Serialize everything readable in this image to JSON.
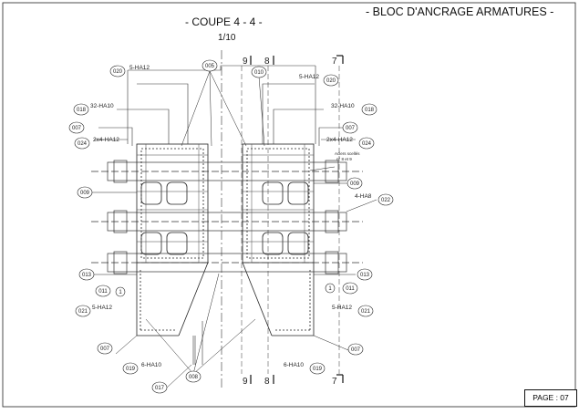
{
  "header": {
    "title": "- BLOC D'ANCRAGE ARMATURES -",
    "section": "- COUPE 4 - 4 -",
    "scale": "1/10"
  },
  "footer": {
    "page_label": "PAGE : 07"
  },
  "section_markers": {
    "nine": "9",
    "eight": "8",
    "seven": "7"
  },
  "callouts": {
    "c005": "005",
    "c010": "010",
    "c020": "020",
    "c018": "018",
    "c007": "007",
    "c024": "024",
    "c009": "009",
    "c022": "022",
    "c013": "013",
    "c011": "011",
    "c021": "021",
    "c019": "019",
    "c008": "008",
    "c017": "017",
    "one": "1"
  },
  "bar_labels": {
    "ha12_5": "5-HA12",
    "ha10_32": "32-HA10",
    "ha12_2x4": "2x4-HA12",
    "ha8_4": "4-HA8",
    "ha10_6": "6-HA10"
  },
  "note_lines": [
    "Aciers scellés",
    "n° 8 et 9"
  ]
}
